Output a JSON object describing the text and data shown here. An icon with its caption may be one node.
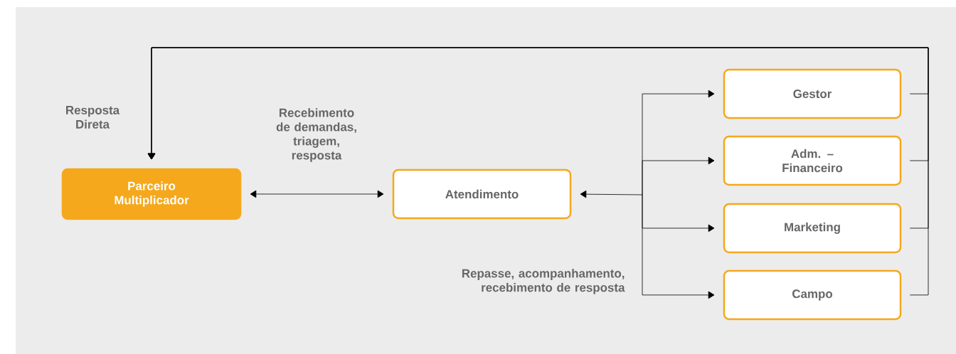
{
  "diagram": {
    "nodes": [
      {
        "text": [
          "Parceiro Multiplicador"
        ]
      },
      {
        "text": [
          "Atendimento"
        ]
      },
      {
        "text": [
          "Gestor"
        ]
      },
      {
        "text": [
          "Adm. – Financeiro"
        ]
      },
      {
        "text": [
          "Marketing"
        ]
      },
      {
        "text": [
          "Campo"
        ]
      }
    ],
    "edges": [
      {
        "from": 0,
        "to": 1,
        "arrow": "both",
        "label": "Recebimento de demandas, triagem, resposta"
      },
      {
        "from": 1,
        "to": 2,
        "arrow": "both"
      },
      {
        "from": 1,
        "to": 3,
        "arrow": "both"
      },
      {
        "from": 1,
        "to": 4,
        "arrow": "both"
      },
      {
        "from": 1,
        "to": 5,
        "arrow": "both",
        "label": "Repasse, acompanhamento, recebimento de resposta"
      },
      {
        "from": 2,
        "to": 0,
        "arrow": "to",
        "label": "Resposta Direta"
      },
      {
        "from": 3,
        "to": 0,
        "arrow": "to"
      },
      {
        "from": 4,
        "to": 0,
        "arrow": "to"
      },
      {
        "from": 5,
        "to": 0,
        "arrow": "to"
      }
    ]
  }
}
